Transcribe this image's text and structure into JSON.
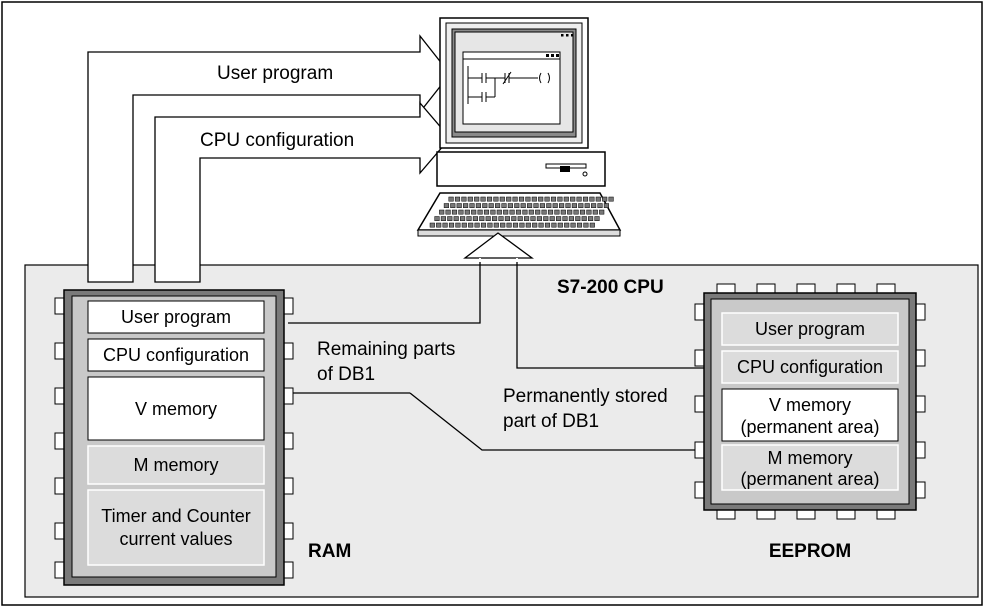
{
  "flows": {
    "user_program": "User program",
    "cpu_configuration": "CPU configuration",
    "remaining_parts": [
      "Remaining parts",
      "of DB1"
    ],
    "permanently_stored": [
      "Permanently stored",
      "part of DB1"
    ]
  },
  "cpu": {
    "title": "S7-200 CPU"
  },
  "ram": {
    "label": "RAM",
    "blocks": {
      "user_program": "User program",
      "cpu_configuration": "CPU configuration",
      "v_memory": "V memory",
      "m_memory": "M memory",
      "timer_counter": [
        "Timer and Counter",
        "current values"
      ]
    }
  },
  "eeprom": {
    "label": "EEPROM",
    "blocks": {
      "user_program": "User program",
      "cpu_configuration": "CPU configuration",
      "v_memory": [
        "V memory",
        "(permanent area)"
      ],
      "m_memory": [
        "M memory",
        "(permanent area)"
      ]
    }
  },
  "colors": {
    "panel_fill": "#ebebeb",
    "chip_body": "#7a7a7a",
    "block_gray": "#dcdcdc",
    "block_white": "#ffffff"
  },
  "icons": [
    "computer-icon",
    "monitor-icon",
    "keyboard-icon",
    "ladder-diagram-icon"
  ]
}
